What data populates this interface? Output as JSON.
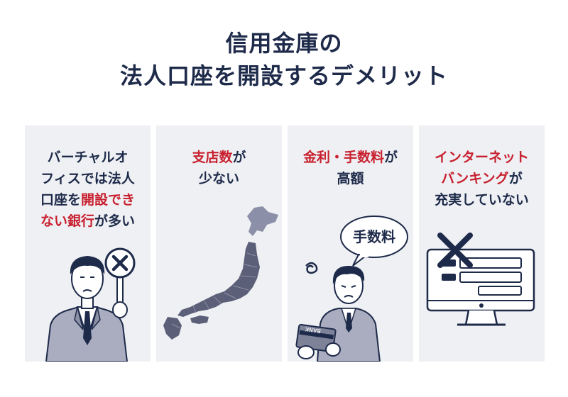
{
  "title": {
    "line1": "信用金庫の",
    "line2": "法人口座を開設するデメリット"
  },
  "panels": [
    {
      "lines": [
        {
          "parts": [
            {
              "text": "バーチャルオ",
              "hl": false
            }
          ]
        },
        {
          "parts": [
            {
              "text": "フィスでは法人",
              "hl": false
            }
          ]
        },
        {
          "parts": [
            {
              "text": "口座を",
              "hl": false
            },
            {
              "text": "開設でき",
              "hl": true
            }
          ]
        },
        {
          "parts": [
            {
              "text": "ない銀行",
              "hl": true
            },
            {
              "text": "が多い",
              "hl": false
            }
          ]
        }
      ]
    },
    {
      "lines": [
        {
          "parts": [
            {
              "text": "支店数",
              "hl": true
            },
            {
              "text": "が",
              "hl": false
            }
          ]
        },
        {
          "parts": [
            {
              "text": "少ない",
              "hl": false
            }
          ]
        }
      ]
    },
    {
      "lines": [
        {
          "parts": [
            {
              "text": "金利・手数料",
              "hl": true
            },
            {
              "text": "が",
              "hl": false
            }
          ]
        },
        {
          "parts": [
            {
              "text": "高額",
              "hl": false
            }
          ]
        }
      ],
      "bubble_text": "手数料",
      "card_text": "BANK"
    },
    {
      "lines": [
        {
          "parts": [
            {
              "text": "インターネット",
              "hl": true
            }
          ]
        },
        {
          "parts": [
            {
              "text": "バンキング",
              "hl": true
            },
            {
              "text": "が",
              "hl": false
            }
          ]
        },
        {
          "parts": [
            {
              "text": "充実していない",
              "hl": false
            }
          ]
        }
      ]
    }
  ],
  "colors": {
    "navy": "#1e2a4a",
    "accent_red": "#c8202f",
    "panel_bg": "#eef0f3",
    "map_fill": "#5b5f78"
  },
  "icons": [
    "no-sign-icon",
    "japan-map-icon",
    "dizzy-spiral-icon",
    "bank-card-icon",
    "computer-monitor-icon",
    "cross-mark-icon"
  ]
}
